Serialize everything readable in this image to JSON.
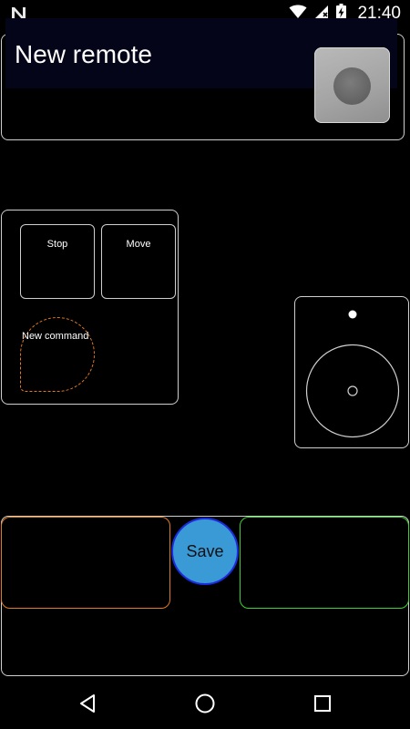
{
  "status_bar": {
    "time": "21:40",
    "icons": [
      "n-logo-icon",
      "wifi-icon",
      "signal-icon",
      "battery-charging-icon"
    ]
  },
  "header": {
    "remote_name": "New remote",
    "record_button_icon": "record-icon"
  },
  "command_group": {
    "buttons": [
      {
        "label": "Stop"
      },
      {
        "label": "Move"
      }
    ],
    "new_command_label": "New command"
  },
  "joystick": {
    "icon": "joystick-icon"
  },
  "bottom": {
    "save_label": "Save"
  },
  "nav_bar": {
    "items": [
      "back-icon",
      "home-icon",
      "recents-icon"
    ]
  },
  "colors": {
    "background": "#000000",
    "border": "#cfcfcf",
    "new_command_dashed": "#e07a1f",
    "orange_box": "#e07a1f",
    "green_box": "#3ad12e",
    "save_fill": "#3a9ad6",
    "save_border": "#1d2be0"
  }
}
